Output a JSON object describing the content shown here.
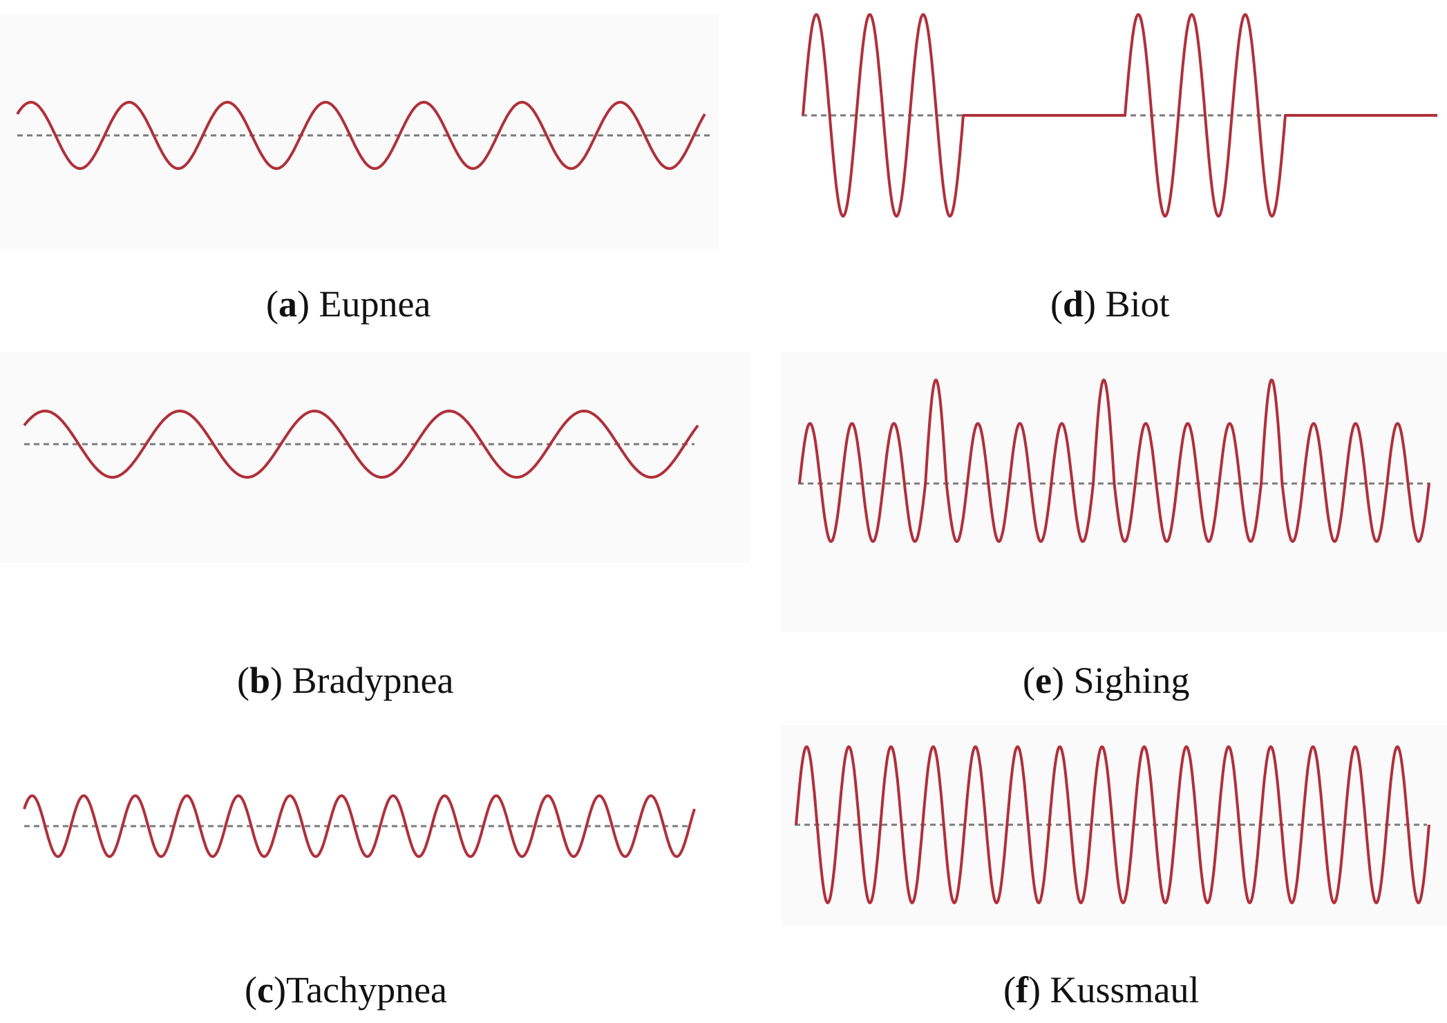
{
  "colors": {
    "waveform": "#b0303a",
    "baseline": "#7a7a7a",
    "panel_background": "#fafafa",
    "text": "#111111"
  },
  "panels": [
    {
      "letter": "a",
      "separator": ") ",
      "name": "Eupnea",
      "pattern": "regular",
      "cycles": 7,
      "relative_amplitude": 1.0
    },
    {
      "letter": "b",
      "separator": ") ",
      "name": "Bradypnea",
      "pattern": "regular",
      "cycles": 5,
      "relative_amplitude": 1.0
    },
    {
      "letter": "c",
      "separator": ")",
      "name": "Tachypnea",
      "pattern": "regular",
      "cycles": 13,
      "relative_amplitude": 1.0
    },
    {
      "letter": "d",
      "separator": ") ",
      "name": "Biot",
      "pattern": "bursts with apnea",
      "cycles_per_burst": 3,
      "bursts": 2,
      "relative_amplitude": 3.0
    },
    {
      "letter": "e",
      "separator": ") ",
      "name": "Sighing",
      "pattern": "regular with periodic deep breaths",
      "cycles": 15,
      "relative_amplitude": 1.8
    },
    {
      "letter": "f",
      "separator": ") ",
      "name": "Kussmaul",
      "pattern": "regular deep",
      "cycles": 15,
      "relative_amplitude": 2.5
    }
  ]
}
